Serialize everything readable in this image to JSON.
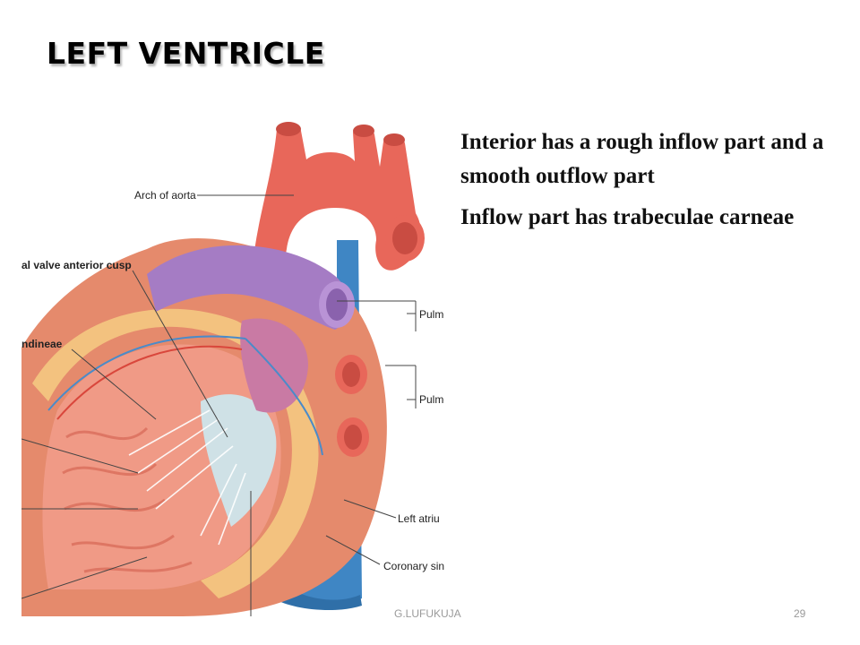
{
  "slide": {
    "title": "LEFT VENTRICLE",
    "bullets": [
      "Interior has a rough inflow part and a smooth outflow part",
      "Inflow part has trabeculae carneae"
    ],
    "footer_author": "G.LUFUKUJA",
    "page_number": "29"
  },
  "figure": {
    "labels": {
      "arch_of_aorta": "Arch of aorta",
      "mitral_cusp": "al valve anterior cusp",
      "chordae": "ndineae",
      "pulm_1": "Pulmo",
      "pulm_2": "Pulmo",
      "left_atrium": "Left atriu",
      "coronary_sinus": "Coronary sin"
    }
  },
  "colors": {
    "aorta": "#e8675a",
    "pulmonary_trunk": "#a57cc4",
    "vena_cava": "#3f86c4",
    "myocardium": "#e58a6c",
    "chamber": "#f09a86",
    "fat": "#f3c27f",
    "valve": "#cfe1e6"
  }
}
